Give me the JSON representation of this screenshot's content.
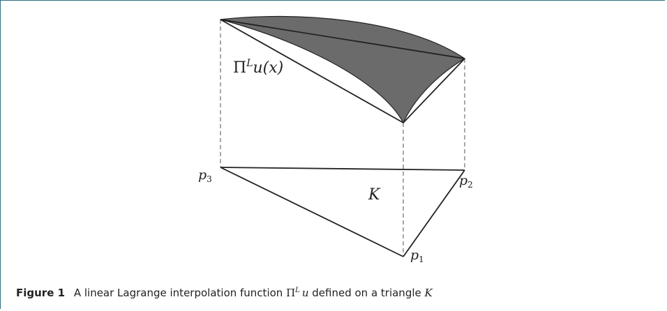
{
  "labels": {
    "interp_Pi": "Π",
    "interp_sup": "L",
    "interp_fn": "u(x)",
    "triangle": "K",
    "p1_base": "p",
    "p1_sub": "1",
    "p2_base": "p",
    "p2_sub": "2",
    "p3_base": "p",
    "p3_sub": "3"
  },
  "caption": {
    "label": "Figure 1",
    "text_before": "A linear Lagrange interpolation function",
    "Pi": "Π",
    "sup": "L",
    "var": "u",
    "text_after": "defined on a triangle",
    "triangle": "K"
  },
  "colors": {
    "frame": "#2f6f7f",
    "surface_fill": "#6b6b6b",
    "lines": "#222222",
    "dashes": "#7a7a7a"
  }
}
